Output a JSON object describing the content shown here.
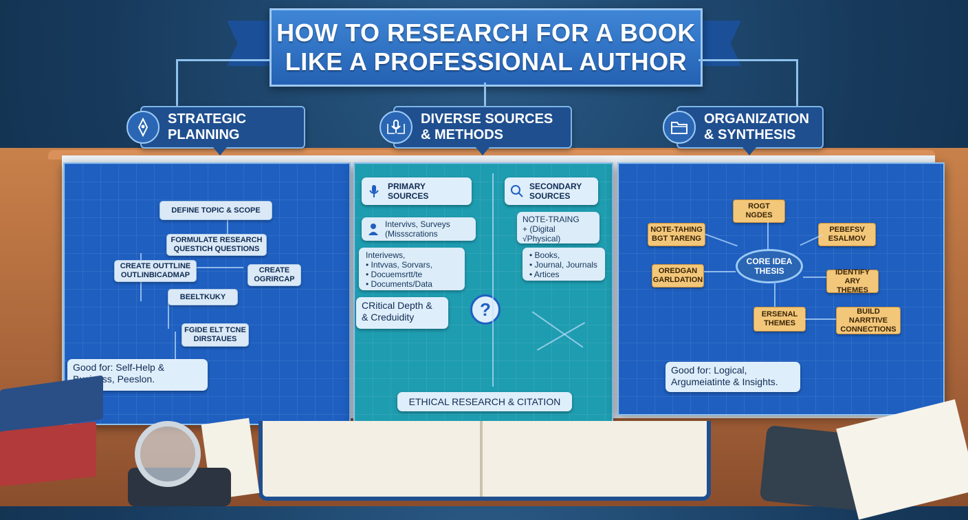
{
  "title": {
    "line1": "HOW TO RESEARCH FOR A BOOK",
    "line2": "LIKE A PROFESSIONAL AUTHOR"
  },
  "sections": {
    "strategic": {
      "line1": "STRATEGIC",
      "line2": "PLANNING",
      "icon": "pen-nib-icon"
    },
    "sources": {
      "line1": "DIVERSE SOURCES",
      "line2": "& METHODS",
      "icon": "microphone-book-icon"
    },
    "organization": {
      "line1": "ORGANIZATION",
      "line2": "& SYNTHESIS",
      "icon": "folder-icon"
    }
  },
  "left_board": {
    "define": "DEFINE TOPIC & SCOPE",
    "formulate1": "FORMULATE RESEARCH",
    "formulate2": "QUESTICH QUESTIONS",
    "outline1": "CREATE OUTTLINE",
    "outline2": "OUTLINBICADMAP",
    "create1": "CREATE",
    "create2": "OGRIRCAP",
    "beelt": "BEELTKUKY",
    "fgide1": "FGIDE ELT TCNE",
    "fgide2": "DIRSTAUES",
    "good1": "Good for: Self-Help &",
    "good2": "Business, Peeslon."
  },
  "mid_board": {
    "primary1": "PRIMARY",
    "primary2": "SOURCES",
    "secondary1": "SECONDARY",
    "secondary2": "SOURCES",
    "interviews1": "Intervivs, Surveys",
    "interviews2": "(Missscrations",
    "note1": "NOTE-TRAING",
    "note2": "+ (Digital",
    "note3": "√Physical)",
    "list1": "Interivews,",
    "list2": "• Intvvas, Sorvars,",
    "list3": "• Docuemsrtt/te",
    "list4": "• Documents/Data",
    "books1": "• Books,",
    "books2": "• Journal, Journals",
    "books3": "• Artices",
    "critical1": "CRitical Depth &",
    "critical2": "& Creduidity",
    "question": "?",
    "ethical": "ETHICAL RESEARCH & CITATION"
  },
  "right_board": {
    "root1": "ROGT",
    "root2": "NGDES",
    "notetaking1": "NOTE-TAHING",
    "notetaking2": "BGT TARENG",
    "perfesy1": "PEBEFSV",
    "perfesy2": "ESALMOV",
    "core1": "CORE IDEA",
    "core2": "THESIS",
    "overgan1": "OREDGAN",
    "overgan2": "GARLDATION",
    "identify1": "IDENTIFY ARY",
    "identify2": "THEMES",
    "ersenal1": "ERSENAL",
    "ersenal2": "THEMES",
    "build1": "BUILD NARRTIVE",
    "build2": "CONNECTIONS",
    "good1": "Good for: Logical,",
    "good2": "Argumeiatinte & Insights."
  },
  "colors": {
    "banner": "#2461b3",
    "board_blue": "#1e5fc0",
    "board_teal": "#1e9cb0",
    "orange_tag": "#f3c77a",
    "desk": "#a8643a"
  }
}
